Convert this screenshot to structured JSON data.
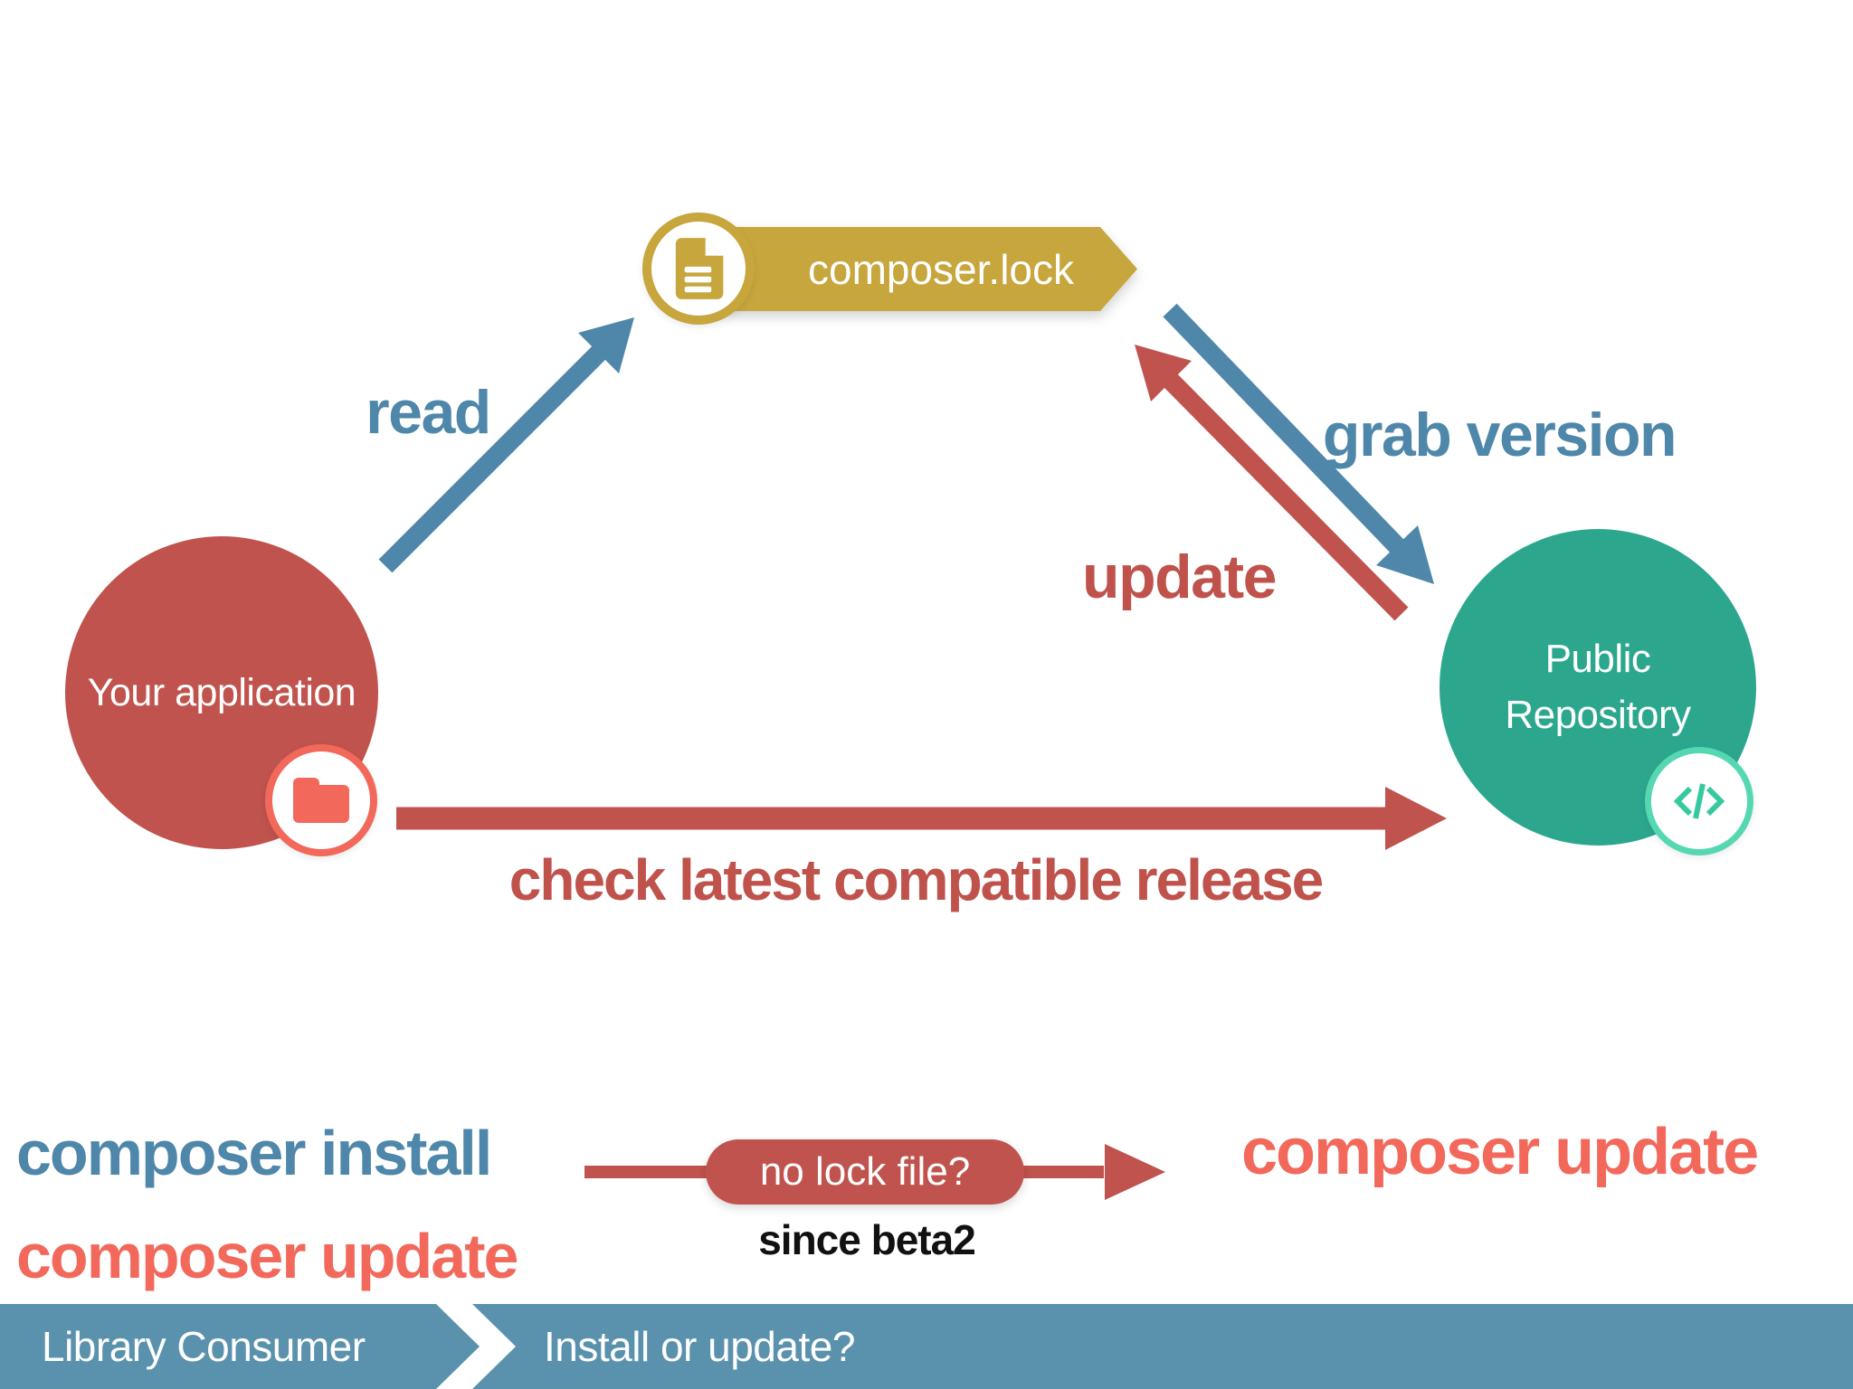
{
  "nodes": {
    "application": {
      "label": "Your application"
    },
    "lockfile": {
      "label": "composer.lock"
    },
    "repository": {
      "line1": "Public",
      "line2": "Repository"
    }
  },
  "edges": {
    "read": {
      "label": "read"
    },
    "grab_version": {
      "label": "grab version"
    },
    "update": {
      "label": "update"
    },
    "check_release": {
      "label": "check latest compatible release"
    }
  },
  "flow": {
    "install_cmd": "composer install",
    "update_cmd": "composer update",
    "condition": "no lock file?",
    "note": "since beta2",
    "result_cmd": "composer update"
  },
  "footer": {
    "section": "Library Consumer",
    "question": "Install or update?"
  },
  "icons": {
    "lockfile": "document-icon",
    "application": "folder-icon",
    "repository": "code-icon",
    "footer_separator": "chevron-right-icon"
  },
  "colors": {
    "brick_red": "#C0534D",
    "salmon": "#F2695C",
    "steel_blue": "#4E87A9",
    "footer_blue": "#5A92AD",
    "teal": "#2CA78E",
    "mint_ring": "#55D8B2",
    "mint_icon": "#36C9A0",
    "gold": "#C7A63D",
    "note_black": "#111111",
    "white": "#FFFFFF"
  }
}
